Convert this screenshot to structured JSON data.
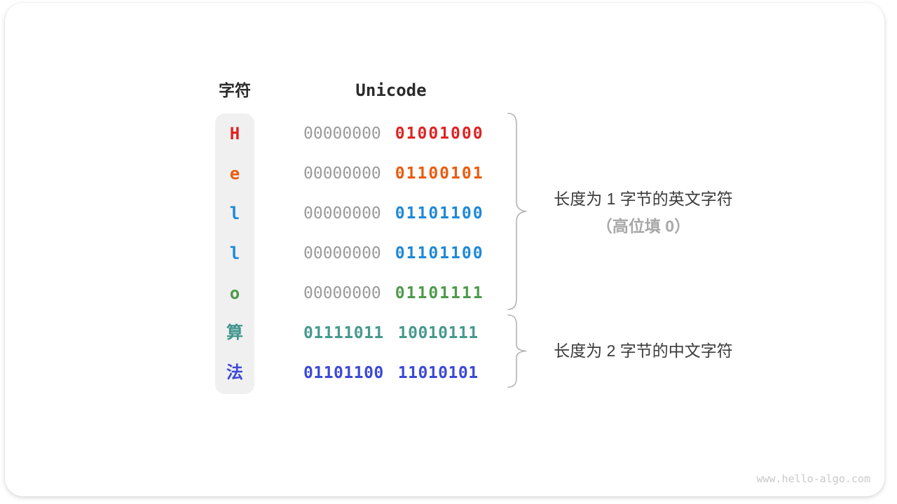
{
  "diagram": {
    "headers": {
      "char_label": "字符",
      "unicode_label": "Unicode"
    },
    "rows": [
      {
        "char": "H",
        "char_color": "#e02222",
        "byte1": "00000000",
        "byte1_color": "#9a9a9a",
        "byte2": "01001000",
        "byte2_color": "#e02222"
      },
      {
        "char": "e",
        "char_color": "#ea5b0e",
        "byte1": "00000000",
        "byte1_color": "#9a9a9a",
        "byte2": "01100101",
        "byte2_color": "#ea5b0e"
      },
      {
        "char": "l",
        "char_color": "#1e88d8",
        "byte1": "00000000",
        "byte1_color": "#9a9a9a",
        "byte2": "01101100",
        "byte2_color": "#1e88d8"
      },
      {
        "char": "l",
        "char_color": "#1e88d8",
        "byte1": "00000000",
        "byte1_color": "#9a9a9a",
        "byte2": "01101100",
        "byte2_color": "#1e88d8"
      },
      {
        "char": "o",
        "char_color": "#4e9a4b",
        "byte1": "00000000",
        "byte1_color": "#9a9a9a",
        "byte2": "01101111",
        "byte2_color": "#4e9a4b"
      },
      {
        "char": "算",
        "char_color": "#3f948a",
        "byte1": "01111011",
        "byte1_color": "#46998e",
        "byte2": "10010111",
        "byte2_color": "#46998e"
      },
      {
        "char": "法",
        "char_color": "#3c49d6",
        "byte1": "01101100",
        "byte1_color": "#3c49d6",
        "byte2": "11010101",
        "byte2_color": "#3c49d6"
      }
    ],
    "annotations": {
      "group1_line1": "长度为 1 字节的英文字符",
      "group1_line2": "（高位填 0）",
      "group2_line1": "长度为 2 字节的中文字符"
    },
    "colors": {
      "header_text": "#2b2b2b",
      "column_bg": "#f0f0f0",
      "annotation_text": "#3b3b3b",
      "annotation_muted": "#a8a8a8",
      "brace": "#b3b3b3",
      "watermark": "#c9c9c9"
    },
    "watermark": "www.hello-algo.com"
  }
}
